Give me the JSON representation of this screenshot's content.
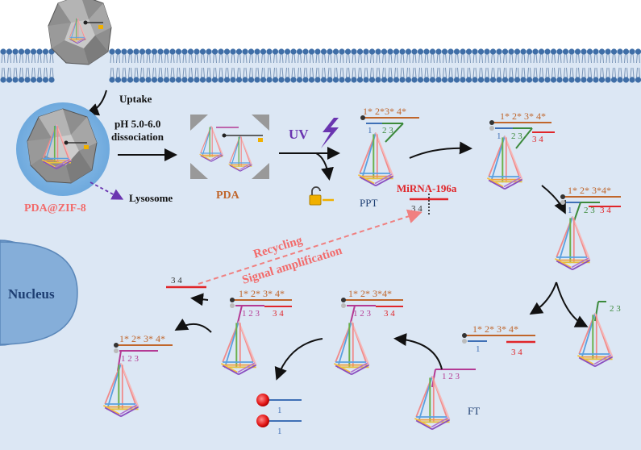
{
  "labels": {
    "uptake": "Uptake",
    "ph_line1": "pH 5.0-6.0",
    "ph_line2": "dissociation",
    "lysosome": "Lysosome",
    "pda_zif": "PDA@ZIF-8",
    "pda": "PDA",
    "uv": "UV",
    "ppt": "PPT",
    "mirna": "MiRNA-196a",
    "recycling": "Recycling",
    "signal": "Signal amplification",
    "nucleus": "Nucleus",
    "ft": "FT"
  },
  "strands": {
    "full_top": "1* 2*3* 4*",
    "s2_top": "1* 2* 3* 4*",
    "s3_top": "1* 2* 3*4*",
    "s4_top": "1*   2*  3* 4*",
    "s5_top": "1*  2*  3*4*",
    "s6_top": "1* 2* 3* 4*",
    "s7_top": "1* 2* 3* 4*",
    "one": "1",
    "two": "2",
    "three": "3",
    "four": "4",
    "b23": "2 3",
    "b123": "1  2  3",
    "b34": "3 4",
    "b3_4": "3      4",
    "b3_4_recycle": "3      4"
  },
  "colors": {
    "membrane_head": "#3f6ea7",
    "cell_bg": "#dce7f4",
    "strand_orange": "#c0662b",
    "strand_blue": "#3f70b6",
    "strand_green": "#3c8a3c",
    "strand_red": "#e0262a",
    "strand_purple": "#b43a94",
    "label_orange": "#c0662b",
    "label_pink": "#f26b6b",
    "uv_purple": "#6a35b0",
    "recycle_dash": "#f08080"
  }
}
